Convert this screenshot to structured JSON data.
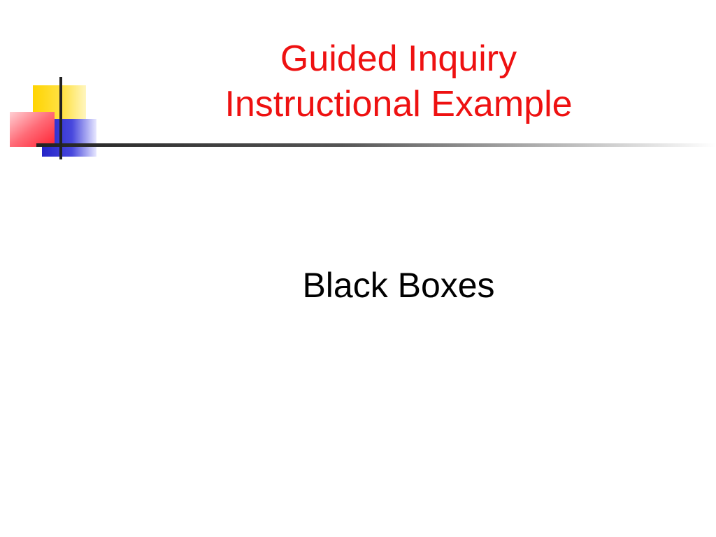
{
  "slide": {
    "title_line1": "Guided Inquiry",
    "title_line2": "Instructional Example",
    "body": "Black Boxes"
  },
  "colors": {
    "title": "#ee1111",
    "body": "#000000",
    "accent_yellow": "#ffd400",
    "accent_blue": "#2c2ccc",
    "accent_red": "#ff3344",
    "rule": "#222222"
  },
  "decorations": {
    "corner_graphic": "overlapping-squares-icon"
  }
}
